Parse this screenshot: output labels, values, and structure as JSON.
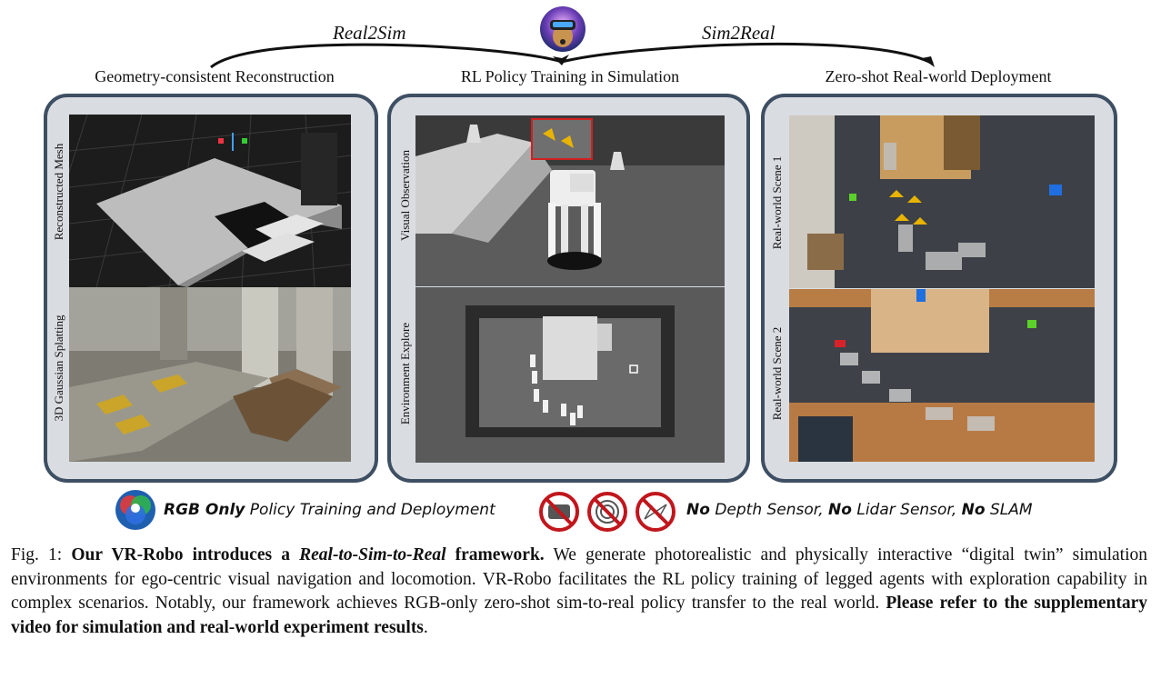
{
  "flow": {
    "left_label": "Real2Sim",
    "right_label": "Sim2Real"
  },
  "panels": [
    {
      "title": "Geometry-consistent Reconstruction",
      "views": [
        "Reconstructed Mesh",
        "3D Gaussian Splatting"
      ]
    },
    {
      "title": "RL Policy Training in Simulation",
      "views": [
        "Visual Observation",
        "Environment Explore"
      ]
    },
    {
      "title": "Zero-shot Real-world Deployment",
      "views": [
        "Real-world Scene 1",
        "Real-world Scene 2"
      ]
    }
  ],
  "legend": {
    "rgb_bold": "RGB Only",
    "rgb_rest": " Policy Training and Deployment",
    "no1": "No",
    "sensor1": " Depth Sensor, ",
    "no2": "No",
    "sensor2": " Lidar Sensor, ",
    "no3": "No",
    "sensor3": " SLAM"
  },
  "caption": {
    "fig": "Fig. 1: ",
    "bold1": "Our VR-Robo introduces a ",
    "bold_italic": "Real-to-Sim-to-Real",
    "bold2": " framework.",
    "body": " We generate photorealistic and physically interactive “digital twin” simulation environments for ego-centric visual navigation and locomotion. VR-Robo facilitates the RL policy training of legged agents with exploration capability in complex scenarios. Notably, our framework achieves RGB-only zero-shot sim-to-real policy transfer to the real world. ",
    "bold3": "Please refer to the supplementary video for simulation and real-world experiment results",
    "end": "."
  },
  "colors": {
    "panel_border": "#3e4f63",
    "arrow_yellow": "#e8b400",
    "prohibit_red": "#c0161c"
  }
}
